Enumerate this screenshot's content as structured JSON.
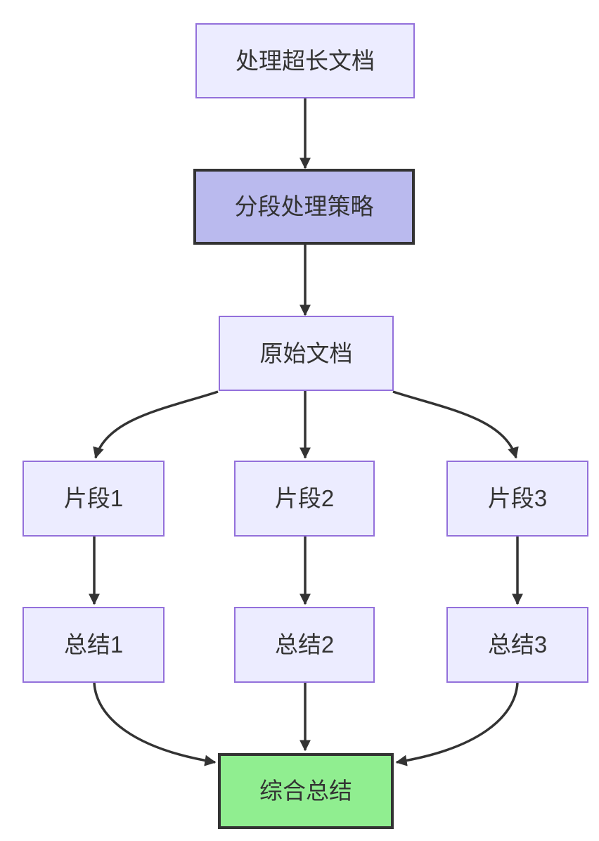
{
  "diagram": {
    "type": "flowchart",
    "direction": "top-down",
    "background_color": "#FFFFFF",
    "colors": {
      "node_fill": "#ECECFF",
      "node_border": "#9370DB",
      "highlight_fill": "#BABAEE",
      "highlight_border": "#333333",
      "success_fill": "#90EE90",
      "success_border": "#333333",
      "edge_color": "#333333",
      "text_color": "#333333"
    },
    "nodes": [
      {
        "id": "A",
        "label": "处理超长文档",
        "style": "default"
      },
      {
        "id": "B",
        "label": "分段处理策略",
        "style": "highlight"
      },
      {
        "id": "C",
        "label": "原始文档",
        "style": "default"
      },
      {
        "id": "D",
        "label": "片段1",
        "style": "default"
      },
      {
        "id": "E",
        "label": "片段2",
        "style": "default"
      },
      {
        "id": "F",
        "label": "片段3",
        "style": "default"
      },
      {
        "id": "G",
        "label": "总结1",
        "style": "default"
      },
      {
        "id": "H",
        "label": "总结2",
        "style": "default"
      },
      {
        "id": "I",
        "label": "总结3",
        "style": "default"
      },
      {
        "id": "J",
        "label": "综合总结",
        "style": "success"
      }
    ],
    "edges": [
      {
        "from": "处理超长文档",
        "to": "分段处理策略"
      },
      {
        "from": "分段处理策略",
        "to": "原始文档"
      },
      {
        "from": "原始文档",
        "to": "片段1"
      },
      {
        "from": "原始文档",
        "to": "片段2"
      },
      {
        "from": "原始文档",
        "to": "片段3"
      },
      {
        "from": "片段1",
        "to": "总结1"
      },
      {
        "from": "片段2",
        "to": "总结2"
      },
      {
        "from": "片段3",
        "to": "总结3"
      },
      {
        "from": "总结1",
        "to": "综合总结"
      },
      {
        "from": "总结2",
        "to": "综合总结"
      },
      {
        "from": "总结3",
        "to": "综合总结"
      }
    ]
  }
}
